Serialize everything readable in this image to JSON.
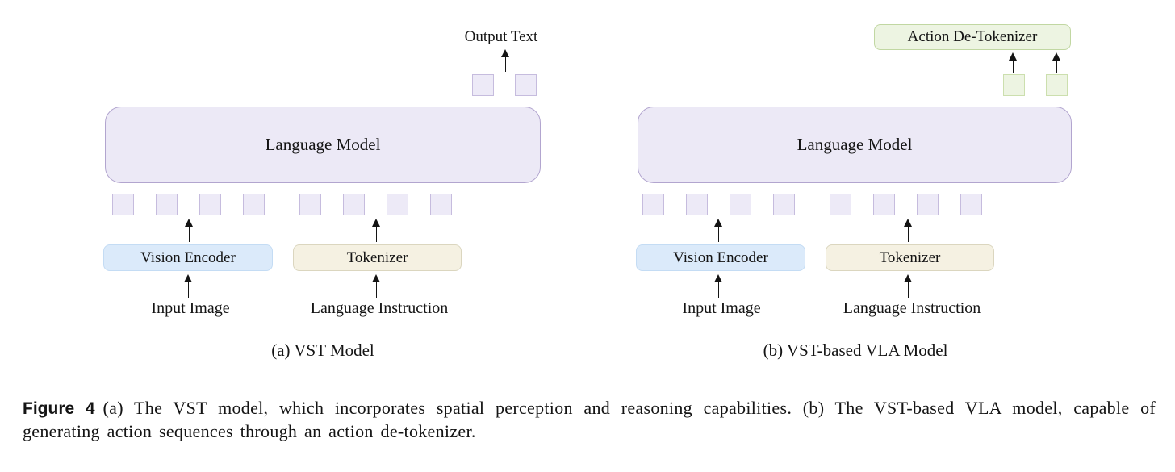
{
  "colors": {
    "lavender_fill": "#ece9f6",
    "lavender_border": "#b2a5cf",
    "token_fill": "#edeaf7",
    "token_border": "#c6bcde",
    "blue_fill": "#dbeafa",
    "blue_border": "#c4dcf4",
    "cream_fill": "#f5f1e2",
    "cream_border": "#dbd6bf",
    "green_fill": "#edf4e2",
    "green_border": "#c1d7a2",
    "green_sq_border": "#ccdfae",
    "arrow": "#141414",
    "text": "#141414"
  },
  "diagram_a": {
    "output_label": "Output Text",
    "language_model_label": "Language Model",
    "vision_encoder_label": "Vision Encoder",
    "tokenizer_label": "Tokenizer",
    "input_image_label": "Input Image",
    "language_instruction_label": "Language Instruction",
    "subcaption": "(a) VST Model"
  },
  "diagram_b": {
    "action_detokenizer_label": "Action De-Tokenizer",
    "language_model_label": "Language Model",
    "vision_encoder_label": "Vision Encoder",
    "tokenizer_label": "Tokenizer",
    "input_image_label": "Input Image",
    "language_instruction_label": "Language Instruction",
    "subcaption": "(b) VST-based VLA Model"
  },
  "figure_caption": {
    "label": "Figure 4",
    "text": "(a) The VST model, which incorporates spatial perception and reasoning capabilities. (b) The VST-based VLA model, capable of generating action sequences through an action de-tokenizer."
  }
}
